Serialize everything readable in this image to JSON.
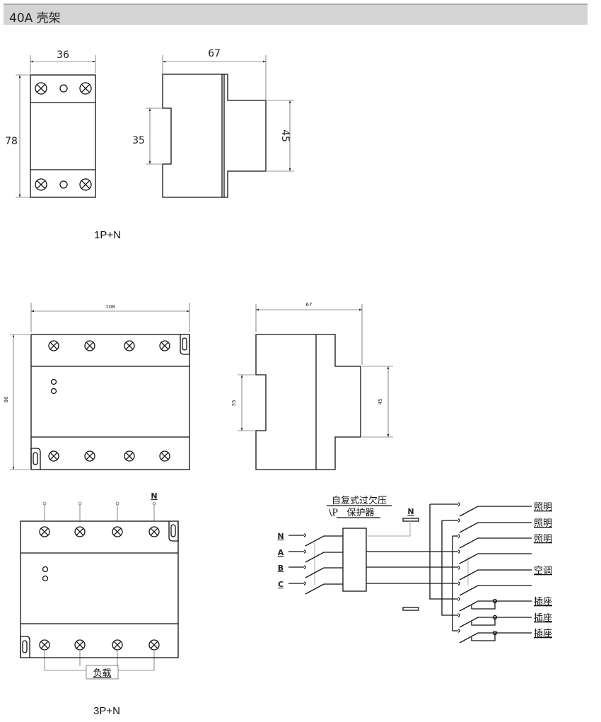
{
  "header": {
    "title": "40A 壳架"
  },
  "model_1p": {
    "label": "1P+N",
    "dims": {
      "width": "36",
      "height": "78",
      "depth": "67",
      "rail": "35",
      "front": "45"
    }
  },
  "model_3p": {
    "label": "3P+N",
    "dims": {
      "width": "108",
      "height": "86",
      "depth": "67",
      "rail": "35",
      "front": "45"
    },
    "neutral_label": "N",
    "load_label": "负载"
  },
  "schematic": {
    "title_line1": "自复式过欠压",
    "title_line2_prefix": "\\P",
    "title_line2": "保护器",
    "neutral_label": "N",
    "inputs": [
      "N",
      "A",
      "B",
      "C"
    ],
    "outputs": {
      "lighting": [
        "照明",
        "照明",
        "照明"
      ],
      "ac": "空调",
      "sockets": [
        "插座",
        "插座",
        "插座"
      ]
    }
  }
}
